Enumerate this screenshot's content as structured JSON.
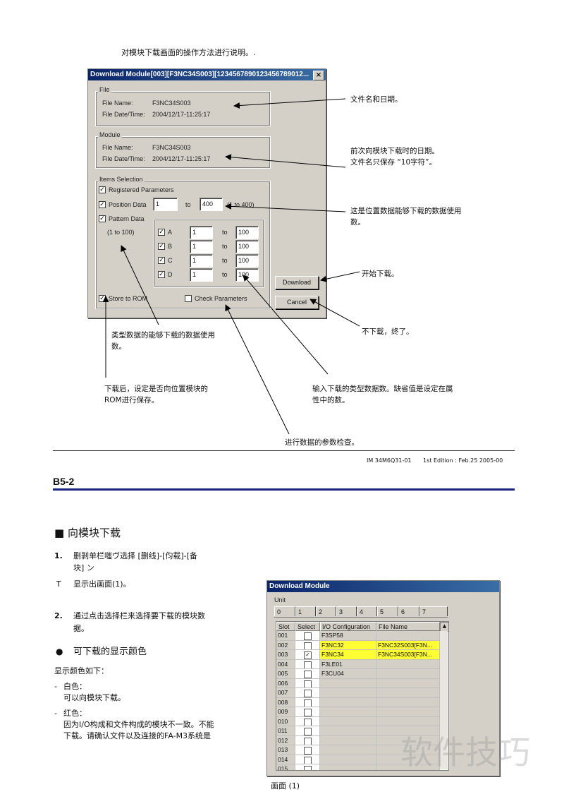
{
  "intro": "对模块下载画面的操作方法进行说明。.",
  "dialog1": {
    "title": "Download Module[003][F3NC34S003][1234567890123456789012...",
    "close": "×",
    "file_group": "File",
    "module_group": "Module",
    "file_name_label": "File Name:",
    "file_date_label": "File Date/Time:",
    "file_name": "F3NC34S003",
    "file_date": "2004/12/17-11:25:17",
    "module_name": "F3NC34S003",
    "module_date": "2004/12/17-11:25:17",
    "items_group": "Items Selection",
    "registered": "Registered Parameters",
    "position": "Position Data",
    "pos_from": "1",
    "to": "to",
    "pos_to": "400",
    "pos_range": "(1 to 400)",
    "pattern": "Pattern Data",
    "pattern_range": "(1 to 100)",
    "rows": [
      {
        "name": "A",
        "from": "1",
        "to": "100"
      },
      {
        "name": "B",
        "from": "1",
        "to": "100"
      },
      {
        "name": "C",
        "from": "1",
        "to": "100"
      },
      {
        "name": "D",
        "from": "1",
        "to": "100"
      }
    ],
    "store_rom": "Store to ROM",
    "check_params": "Check Parameters",
    "download": "Download",
    "cancel": "Cancel",
    "check": "✓"
  },
  "notes": {
    "n1": "文件名和日期。",
    "n2a": "前次向模块下载时的日期。",
    "n2b": "文件名只保存 “10字符”。",
    "n3a": "这是位置数据能够下载的数据使用",
    "n3b": "数。",
    "n4": "开始下载。",
    "n5": "不下载，终了。",
    "n6a": "类型数据的能够下载的数据使用",
    "n6b": "数。",
    "n7a": "下载后，设定是否向位置模块的",
    "n7b": "ROM进行保存。",
    "n8a": "输入下载的类型数据数。缺省值是设定在属",
    "n8b": "性中的数。",
    "n9": "进行数据的参数检查。"
  },
  "footer": {
    "doc": "IM 34M6Q31-01",
    "edition": "1st Edition : Feb.25 2005-00"
  },
  "section": "B5-2",
  "heading": "■ 向模块下载",
  "step1_num": "1.",
  "step1a": "删剝单栏嗤ヴ选择 [删线]-[伨载]-[备",
  "step1b": "块] ン",
  "step1_t": "T",
  "step1_result": "显示出画面(1)。",
  "step2_num": "2.",
  "step2a": "通过点击选择栏来选择要下载的模块数",
  "step2b": "据。",
  "bullet": "●",
  "bullet_head": "可下载的显示颜色",
  "colors_intro": "显示颜色如下：",
  "white_dash": "-",
  "white": "白色：",
  "white_desc": "可以向模块下载。",
  "red_dash": "-",
  "red": "红色：",
  "red_desc_a": "因为I/O构成和文件构成的模块不一致。不能",
  "red_desc_b": "下载。请确认文件以及连接的FA-M3系统是",
  "dialog2": {
    "title": "Download Module",
    "unit": "Unit",
    "tabs": [
      "0",
      "1",
      "2",
      "3",
      "4",
      "5",
      "6",
      "7"
    ],
    "headers": [
      "Slot",
      "Select",
      "I/O Configuration",
      "File Name"
    ],
    "rows": [
      {
        "slot": "001",
        "checked": "",
        "io": "F3SP58",
        "file": "",
        "hl": false
      },
      {
        "slot": "002",
        "checked": "",
        "io": "F3NC32",
        "file": "F3NC32S003[F3N...",
        "hl": true
      },
      {
        "slot": "003",
        "checked": "✓",
        "io": "F3NC34",
        "file": "F3NC34S003[F3N...",
        "hl": true
      },
      {
        "slot": "004",
        "checked": "",
        "io": "F3LE01",
        "file": "",
        "hl": false
      },
      {
        "slot": "005",
        "checked": "",
        "io": "F3CU04",
        "file": "",
        "hl": false
      },
      {
        "slot": "006",
        "checked": "",
        "io": "",
        "file": "",
        "hl": false
      },
      {
        "slot": "007",
        "checked": "",
        "io": "",
        "file": "",
        "hl": false
      },
      {
        "slot": "008",
        "checked": "",
        "io": "",
        "file": "",
        "hl": false
      },
      {
        "slot": "009",
        "checked": "",
        "io": "",
        "file": "",
        "hl": false
      },
      {
        "slot": "010",
        "checked": "",
        "io": "",
        "file": "",
        "hl": false
      },
      {
        "slot": "011",
        "checked": "",
        "io": "",
        "file": "",
        "hl": false
      },
      {
        "slot": "012",
        "checked": "",
        "io": "",
        "file": "",
        "hl": false
      },
      {
        "slot": "013",
        "checked": "",
        "io": "",
        "file": "",
        "hl": false
      },
      {
        "slot": "014",
        "checked": "",
        "io": "",
        "file": "",
        "hl": false
      },
      {
        "slot": "015",
        "checked": "",
        "io": "",
        "file": "",
        "hl": false
      }
    ],
    "highlight_color": "#ffff33"
  },
  "caption": "画面  (1)",
  "watermark": "软件技巧"
}
